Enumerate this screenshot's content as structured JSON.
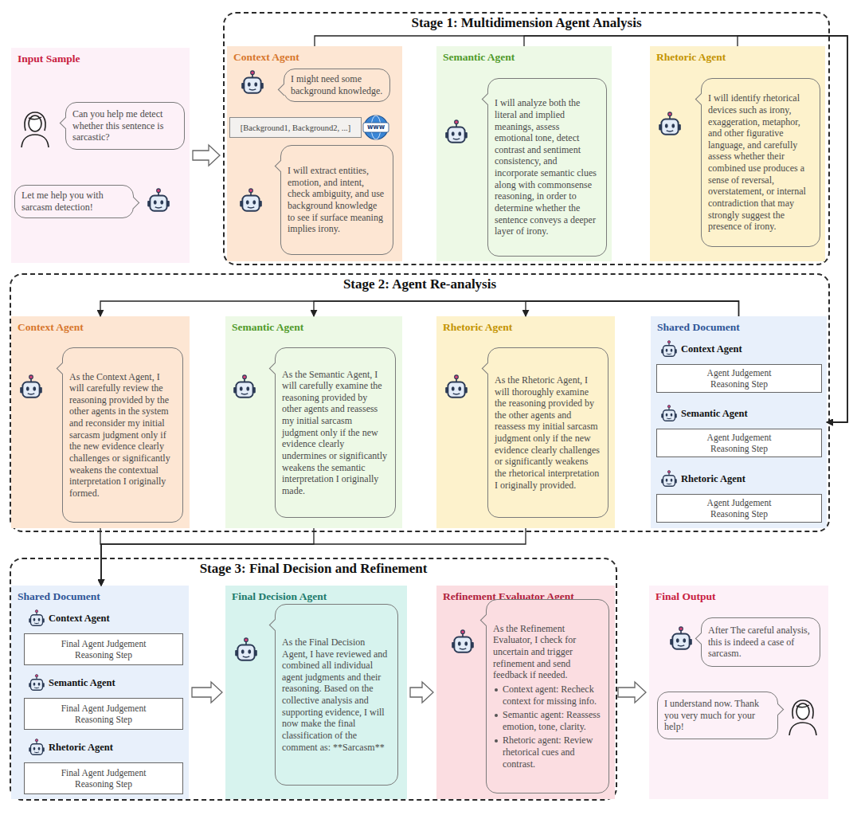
{
  "diagram": {
    "nodes": [
      {
        "text": [
          "Input Sample"
        ]
      },
      {
        "text": [
          "Can you help me detect whether this sentence is sarcastic?"
        ],
        "in": 0
      },
      {
        "text": [
          "Let me help you with sarcasm detection!"
        ],
        "in": 0
      },
      {
        "text": [
          "Stage 1: Multidimension Agent Analysis"
        ]
      },
      {
        "text": [
          "Context Agent"
        ],
        "in": 3
      },
      {
        "text": [
          "I might need some background knowledge."
        ],
        "in": 4
      },
      {
        "text": [
          "[Background1, Background2, ...]"
        ],
        "in": 4
      },
      {
        "text": [
          "I will extract entities, emotion, and intent, check ambiguity, and use background knowledge to see if surface meaning implies irony."
        ],
        "in": 4
      },
      {
        "text": [
          "Semantic Agent"
        ],
        "in": 3
      },
      {
        "text": [
          "I will analyze both the literal and implied meanings, assess emotional tone, detect contrast and sentiment consistency, and incorporate semantic clues along with commonsense reasoning, in order to determine whether the sentence conveys a deeper layer of irony."
        ],
        "in": 8
      },
      {
        "text": [
          "Rhetoric Agent"
        ],
        "in": 3
      },
      {
        "text": [
          "I will identify rhetorical devices such as irony, exaggeration, metaphor, and other figurative language, and carefully assess whether their combined use produces a sense of reversal, overstatement, or internal contradiction that may strongly suggest the presence of irony."
        ],
        "in": 10
      },
      {
        "text": [
          "Stage 2: Agent Re-analysis"
        ]
      },
      {
        "text": [
          "Context Agent"
        ],
        "in": 12
      },
      {
        "text": [
          "As the Context Agent, I will carefully review the reasoning provided by the other agents in the system and reconsider my initial sarcasm judgment only if the new evidence clearly challenges or significantly weakens the contextual interpretation I originally formed."
        ],
        "in": 13
      },
      {
        "text": [
          "Semantic Agent"
        ],
        "in": 12
      },
      {
        "text": [
          "As the Semantic Agent, I will carefully examine the reasoning provided by other agents and reassess my initial sarcasm judgment only if the new evidence clearly undermines or significantly weakens the semantic interpretation I originally made."
        ],
        "in": 15
      },
      {
        "text": [
          "Rhetoric Agent"
        ],
        "in": 12
      },
      {
        "text": [
          "As the Rhetoric Agent, I will thoroughly examine the reasoning provided by the other agents and reassess my initial sarcasm judgment only if the new evidence clearly challenges or significantly weakens the rhetorical interpretation I originally provided."
        ],
        "in": 17
      },
      {
        "text": [
          "Shared Document"
        ],
        "in": 12
      },
      {
        "text": [
          "Context Agent",
          "Agent Judgement Reasoning Step"
        ],
        "in": 19
      },
      {
        "text": [
          "Semantic Agent",
          "Agent Judgement Reasoning Step"
        ],
        "in": 19
      },
      {
        "text": [
          "Rhetoric Agent",
          "Agent Judgement Reasoning Step"
        ],
        "in": 19
      },
      {
        "text": [
          "Stage 3: Final Decision and Refinement"
        ]
      },
      {
        "text": [
          "Shared Document"
        ],
        "in": 23
      },
      {
        "text": [
          "Context Agent",
          "Final Agent Judgement Reasoning Step"
        ],
        "in": 24
      },
      {
        "text": [
          "Semantic Agent",
          "Final Agent Judgement Reasoning Step"
        ],
        "in": 24
      },
      {
        "text": [
          "Rhetoric Agent",
          "Final Agent Judgement Reasoning Step"
        ],
        "in": 24
      },
      {
        "text": [
          "Final Decision Agent"
        ],
        "in": 23
      },
      {
        "text": [
          "As the Final Decision Agent, I have reviewed and combined all individual agent judgments and their reasoning. Based on the collective analysis and supporting evidence, I will now make the final classification of the comment as: **Sarcasm**"
        ],
        "in": 28
      },
      {
        "text": [
          "Refinement Evaluator Agent"
        ],
        "in": 23
      },
      {
        "text": [
          "As the Refinement Evaluator, I check for uncertain and trigger refinement and send feedback if needed.",
          "Context agent: Recheck context for missing info.",
          "Semantic agent: Reassess emotion, tone, clarity.",
          "Rhetoric agent: Review rhetorical cues and contrast."
        ],
        "in": 30
      },
      {
        "text": [
          "Final Output"
        ]
      },
      {
        "text": [
          "After The careful analysis, this is indeed a case of sarcasm."
        ],
        "in": 32
      },
      {
        "text": [
          "I understand now. Thank you very much for your help!"
        ],
        "in": 32
      }
    ],
    "edges": [
      {
        "from": 0,
        "to": 3,
        "arrow": "to"
      },
      {
        "from": 4,
        "to": 19,
        "arrow": "to"
      },
      {
        "from": 8,
        "to": 19,
        "arrow": "to"
      },
      {
        "from": 10,
        "to": 19,
        "arrow": "to"
      },
      {
        "from": 19,
        "to": 13,
        "arrow": "to"
      },
      {
        "from": 19,
        "to": 15,
        "arrow": "to"
      },
      {
        "from": 19,
        "to": 17,
        "arrow": "to"
      },
      {
        "from": 13,
        "to": 24,
        "arrow": "to"
      },
      {
        "from": 15,
        "to": 24,
        "arrow": "to"
      },
      {
        "from": 17,
        "to": 24,
        "arrow": "to"
      },
      {
        "from": 24,
        "to": 28,
        "arrow": "to"
      },
      {
        "from": 28,
        "to": 30,
        "arrow": "to"
      },
      {
        "from": 30,
        "to": 32,
        "arrow": "to"
      }
    ],
    "labels": [
      "www"
    ]
  }
}
